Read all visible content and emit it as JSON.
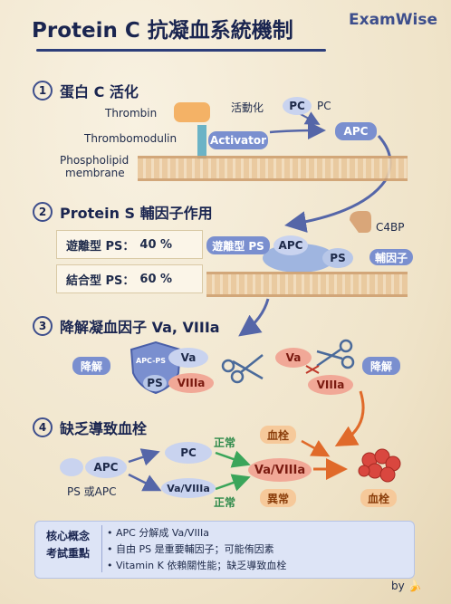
{
  "header": {
    "title": "Protein C 抗凝血系統機制",
    "brand": "ExamWise"
  },
  "sections": [
    {
      "num": "1",
      "title": "蛋白 C 活化"
    },
    {
      "num": "2",
      "title": "Protein S 輔因子作用"
    },
    {
      "num": "3",
      "title": "降解凝血因子 Va, VIIIa"
    },
    {
      "num": "4",
      "title": "缺乏導致血栓"
    }
  ],
  "s1": {
    "thrombin": "Thrombin",
    "activation": "活動化",
    "pc_oval": "PC",
    "pc": "PC",
    "thrombomodulin": "Thrombomodulin",
    "activator": "Activator",
    "apc": "APC",
    "phospholipid": "Phospholipid",
    "membrane": "membrane"
  },
  "s2": {
    "free_label": "遊離型 PS：",
    "free_pct": "40 %",
    "bound_label": "結合型 PS：",
    "bound_pct": "60 %",
    "free_tag": "遊離型 PS",
    "apc": "APC",
    "ps": "PS",
    "c4bp": "C4BP",
    "cofactor": "輔因子"
  },
  "s3": {
    "degrade_left": "降解",
    "shield": "APC-PS",
    "ps": "PS",
    "va": "Va",
    "viiia": "VIIIa",
    "va_cut": "Va",
    "viiia_cut": "VIIIa",
    "degrade_right": "降解"
  },
  "s4": {
    "apc": "APC",
    "ps_or_apc": "PS 或APC",
    "pc": "PC",
    "va_viiia_small": "Va/VIIIa",
    "normal_top": "正常",
    "normal_bottom": "正常",
    "thrombus_label": "血栓",
    "va_viiia_big": "Va/VIIIa",
    "abnormal": "異常",
    "thrombus": "血栓"
  },
  "note": {
    "tag_line1": "核心概念",
    "tag_line2": "考試重點",
    "lines": [
      "• APC 分解成 Va/VIIIa",
      "• 自由 PS 是重要輔因子；可能侑因素",
      "• Vitamin K 依賴關性能；缺乏導致血栓"
    ]
  },
  "footer": {
    "by": "by 🍌"
  },
  "colors": {
    "navy": "#1a2550",
    "accent_blue": "#7a8fcf",
    "red": "#f1a897",
    "orange": "#f6c99a",
    "membrane": "#e9c79b"
  }
}
